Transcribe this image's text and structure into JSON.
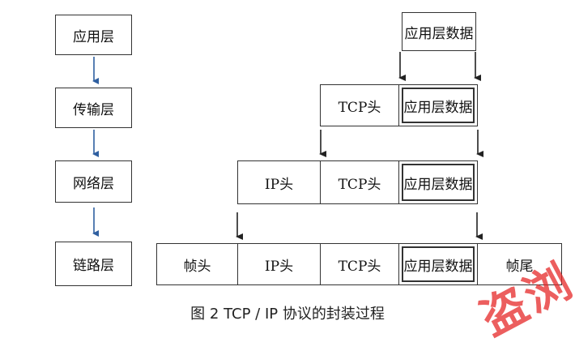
{
  "layers": [
    "应用层",
    "传输层",
    "网络层",
    "链路层"
  ],
  "rows": {
    "top": {
      "app_data": "应用层数据"
    },
    "transport": {
      "tcp_header": "TCP头",
      "app_data": "应用层数据"
    },
    "network": {
      "ip_header": "IP头",
      "tcp_header": "TCP头",
      "app_data": "应用层数据"
    },
    "link": {
      "frame_header": "帧头",
      "ip_header": "IP头",
      "tcp_header": "TCP头",
      "app_data": "应用层数据",
      "frame_trailer": "帧尾"
    }
  },
  "caption": "图 2 TCP / IP 协议的封装过程",
  "watermark": "盗浏",
  "colors": {
    "layer_arrow": "#2f5fa0",
    "encap_arrow": "#222222",
    "watermark": "#e62828"
  }
}
